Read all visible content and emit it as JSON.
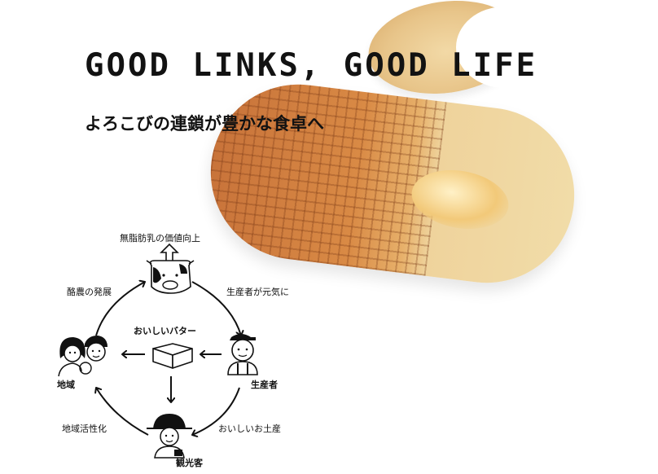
{
  "headline": "GOOD LINKS, GOOD LIFE",
  "subheadline": "よろこびの連鎖が豊かな食卓へ",
  "diagram": {
    "top_label": "無脂肪乳の価値向上",
    "left_upper_label": "酪農の発展",
    "right_upper_label": "生産者が元気に",
    "center_label": "おいしいバター",
    "left_label": "地域",
    "right_label": "生産者",
    "left_lower_label": "地域活性化",
    "right_lower_label": "おいしいお土産",
    "bottom_label": "観光客"
  }
}
